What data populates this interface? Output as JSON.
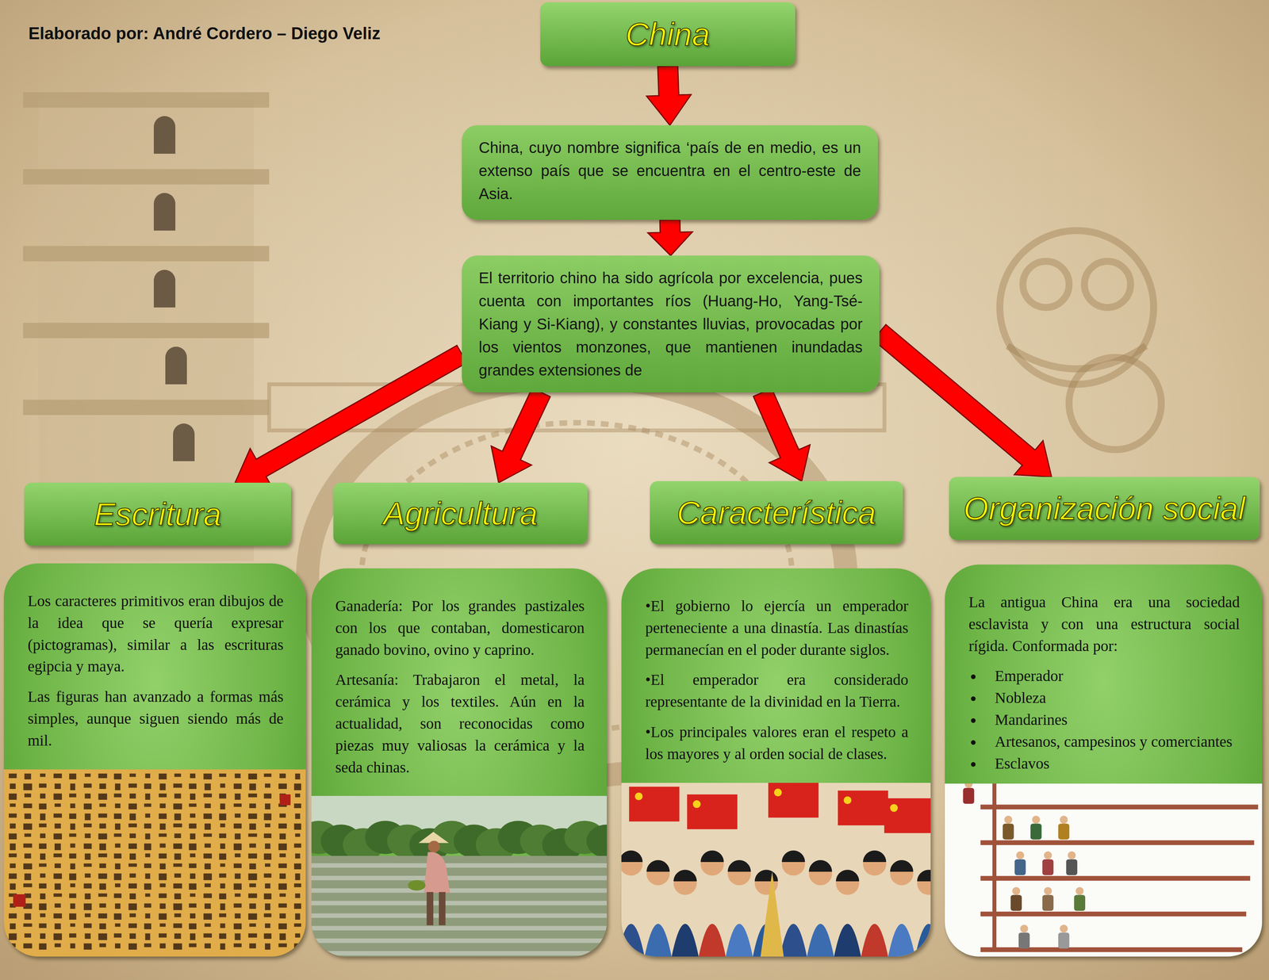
{
  "diagram": {
    "nodes": [
      {
        "text": [
          "China"
        ]
      },
      {
        "text": [
          "China, cuyo nombre significa ‘país de en medio, es un extenso país que se encuentra en el centro-este de Asia."
        ]
      },
      {
        "text": [
          "El territorio chino ha sido agrícola por excelencia, pues cuenta con importantes ríos (Huang-Ho, Yang-Tsé-Kiang y Si-Kiang), y constantes lluvias, provocadas por los vientos monzones, que mantienen inundadas grandes extensiones de"
        ]
      },
      {
        "text": [
          "Escritura"
        ]
      },
      {
        "text": [
          "Agricultura"
        ]
      },
      {
        "text": [
          "Característica"
        ]
      },
      {
        "text": [
          "Organización social"
        ]
      },
      {
        "text": [
          "Los caracteres primitivos eran dibujos de la idea que se quería expresar (pictogramas), similar a las escrituras egipcia y maya.",
          "Las figuras han avanzado a formas más simples, aunque siguen siendo más de mil."
        ]
      },
      {
        "text": [
          "Ganadería: Por los grandes pastizales con los que contaban, domesticaron ganado bovino, ovino y caprino.",
          "Artesanía: Trabajaron el metal, la cerámica y los textiles. Aún en la actualidad, son reconocidas como piezas muy valiosas la cerámica y la seda chinas."
        ]
      },
      {
        "text": [
          "•El gobierno lo ejercía un emperador perteneciente a una dinastía. Las dinastías permanecían en el poder durante siglos.",
          "•El emperador era considerado representante de la divinidad en la Tierra.",
          "•Los principales valores eran el respeto a los mayores y al orden social de clases."
        ]
      },
      {
        "text": [
          "La antigua China era una sociedad esclavista y con una estructura social rígida. Conformada por:",
          "Emperador",
          "Nobleza",
          "Mandarines",
          "Artesanos, campesinos y comerciantes",
          "Esclavos"
        ]
      }
    ],
    "edges": [
      {
        "from": 0,
        "to": 1,
        "arrow": "to"
      },
      {
        "from": 1,
        "to": 2,
        "arrow": "to"
      },
      {
        "from": 2,
        "to": 3,
        "arrow": "to"
      },
      {
        "from": 2,
        "to": 4,
        "arrow": "to"
      },
      {
        "from": 2,
        "to": 5,
        "arrow": "to"
      },
      {
        "from": 2,
        "to": 6,
        "arrow": "to"
      }
    ],
    "labels": [
      "Elaborado por: André Cordero – Diego Veliz"
    ]
  }
}
